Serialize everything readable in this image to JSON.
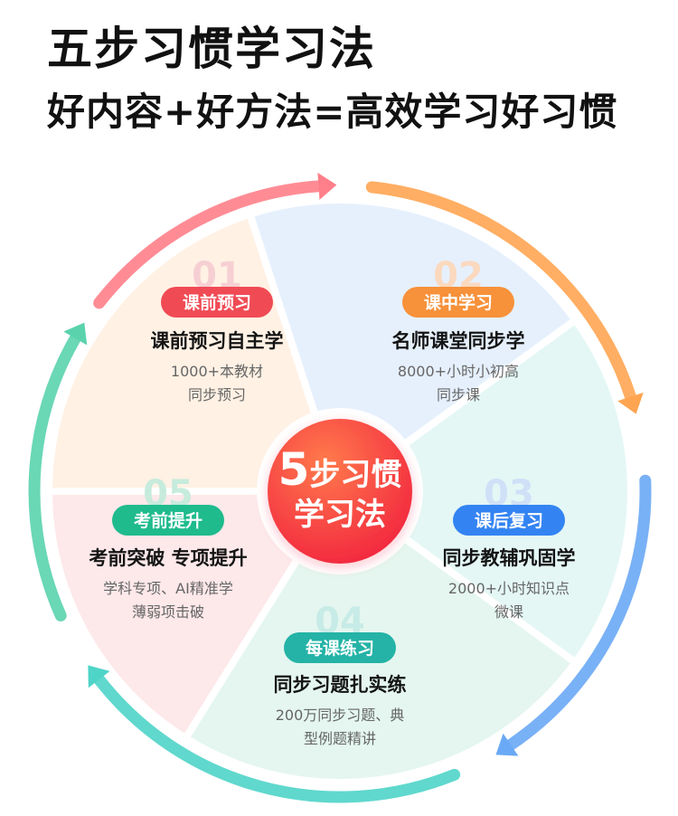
{
  "header": {
    "title": "五步习惯学习法",
    "subtitle": "好内容+好方法=高效学习好习惯"
  },
  "center": {
    "number": "5",
    "line1_rest": "步习惯",
    "line2": "学习法"
  },
  "segments": [
    {
      "number": "01",
      "tag": "课前预习",
      "title": "课前预习自主学",
      "desc": [
        "1000+本教材",
        "同步预习"
      ],
      "colors": {
        "fill": "#fde8ea",
        "tag": "#f04b55",
        "num": "#f6cfd3",
        "arrow": "#ff7f8a"
      }
    },
    {
      "number": "02",
      "tag": "课中学习",
      "title": "名师课堂同步学",
      "desc": [
        "8000+小时小初高",
        "同步课"
      ],
      "colors": {
        "fill": "#fff1e4",
        "tag": "#f7913a",
        "num": "#fad9bf",
        "arrow": "#ffa552"
      }
    },
    {
      "number": "03",
      "tag": "课后复习",
      "title": "同步教辅巩固学",
      "desc": [
        "2000+小时知识点",
        "微课"
      ],
      "colors": {
        "fill": "#e6f0fd",
        "tag": "#3384f2",
        "num": "#cfe0f7",
        "arrow": "#6aa9f5"
      }
    },
    {
      "number": "04",
      "tag": "每课练习",
      "title": "同步习题扎实练",
      "desc": [
        "200万同步习题、典",
        "型例题精讲"
      ],
      "colors": {
        "fill": "#e4f7f5",
        "tag": "#24b3a6",
        "num": "#c7ebe6",
        "arrow": "#4fd4c8"
      }
    },
    {
      "number": "05",
      "tag": "考前提升",
      "title": "考前突破 专项提升",
      "desc": [
        "学科专项、AI精准学",
        "薄弱项击破"
      ],
      "colors": {
        "fill": "#e4f6ef",
        "tag": "#1fbb8d",
        "num": "#c6ebdc",
        "arrow": "#5ad3ad"
      }
    }
  ]
}
